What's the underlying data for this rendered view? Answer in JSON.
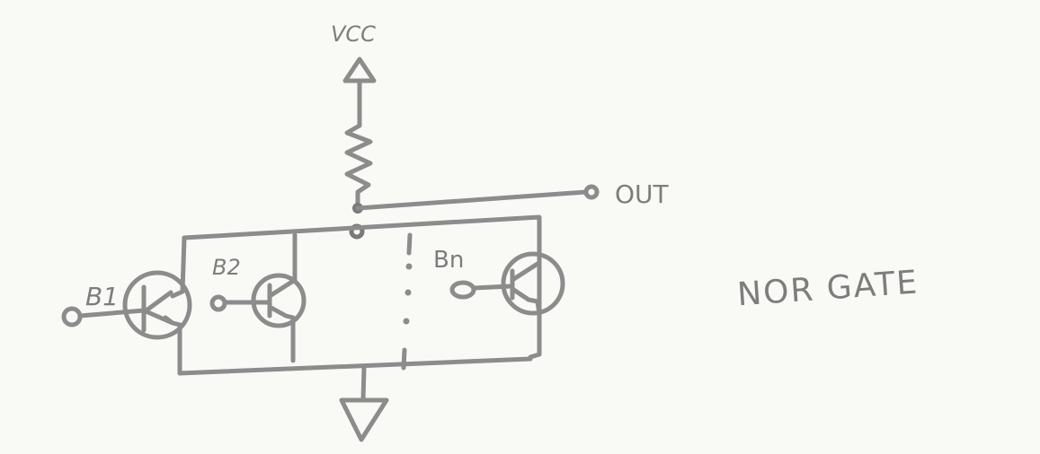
{
  "labels": {
    "vcc": "VCC",
    "out": "OUT",
    "b1": "B1",
    "b2": "B2",
    "bn": "Bn",
    "title": "NOR GATE"
  },
  "colors": {
    "ink": "#8c8c8c",
    "paper": "#f9f9f6"
  }
}
